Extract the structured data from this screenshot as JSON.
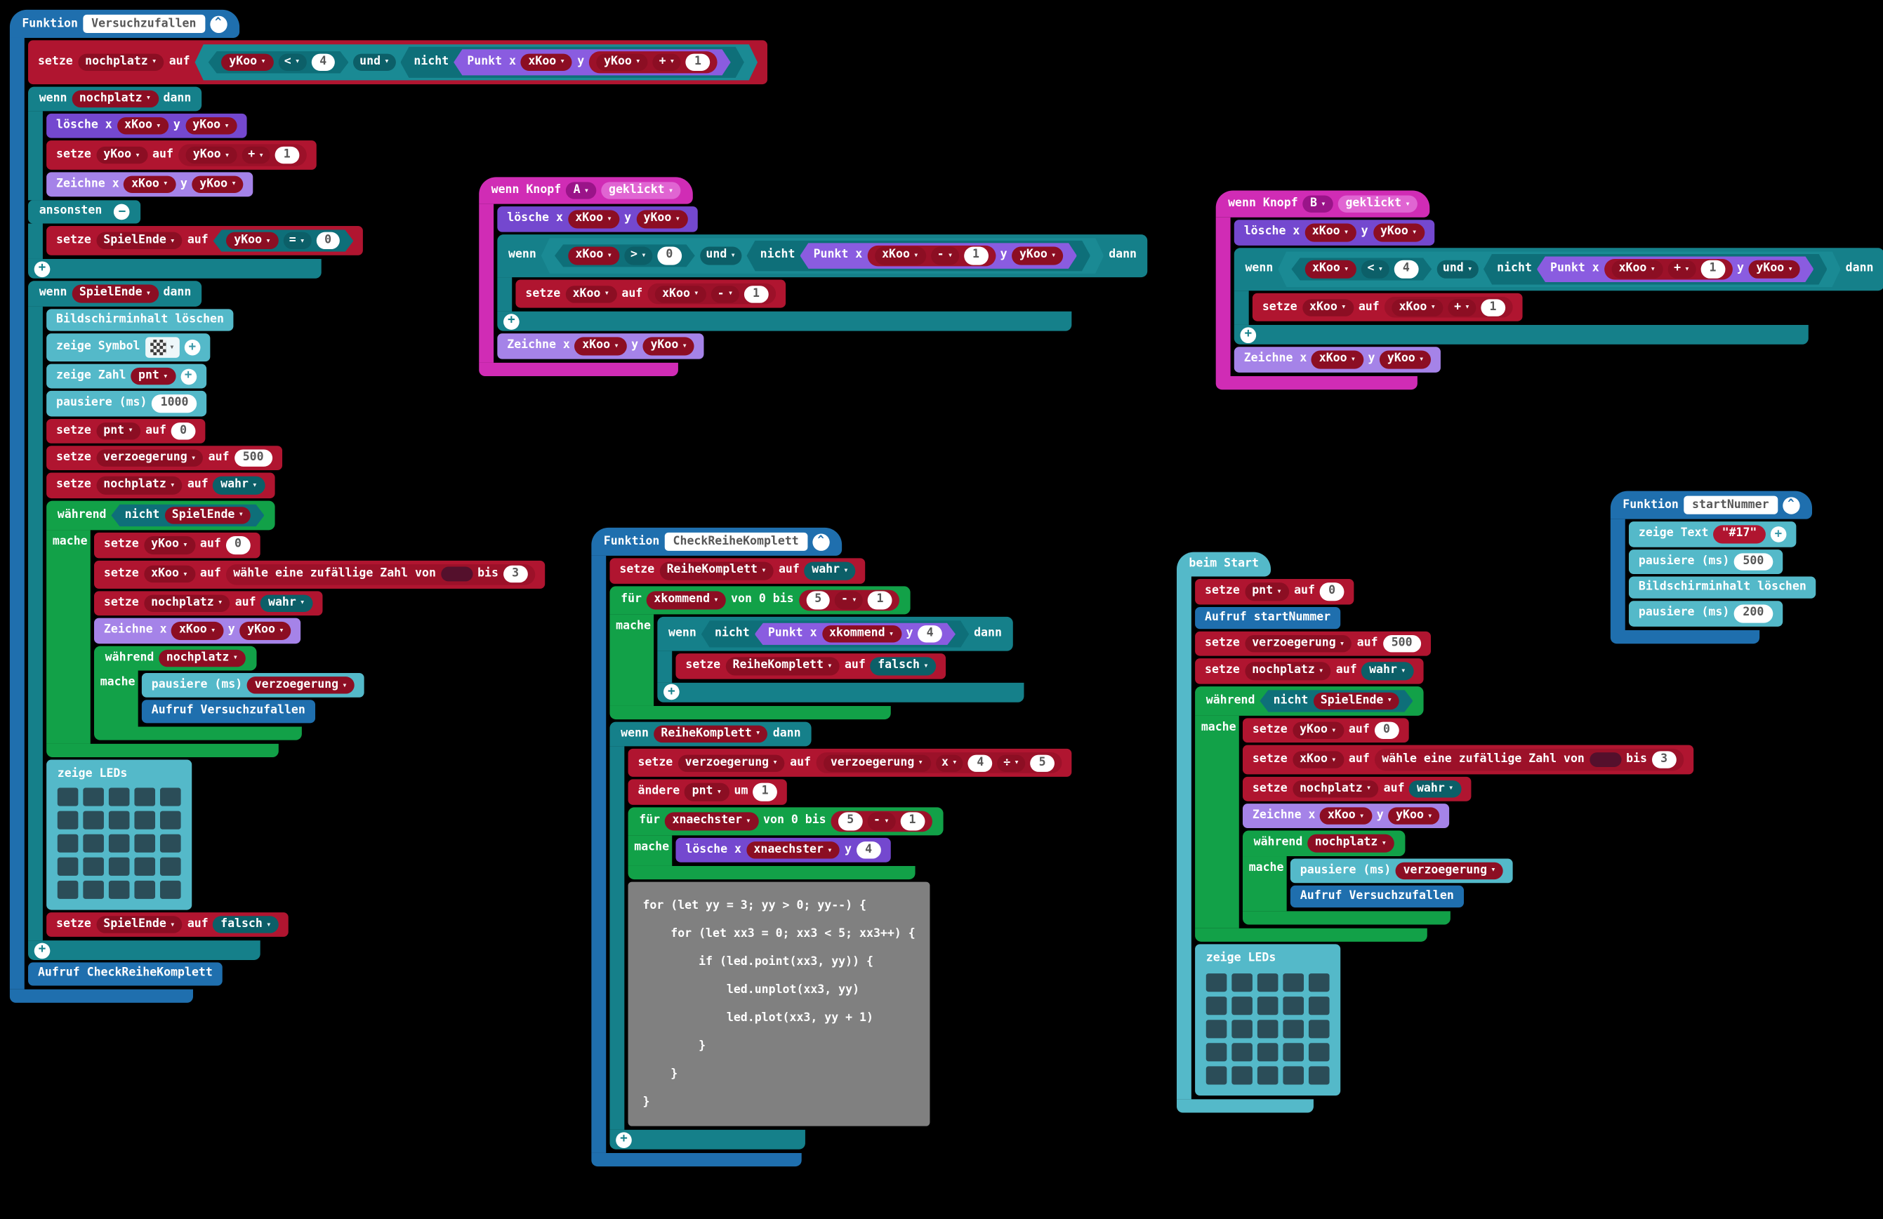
{
  "colors": {
    "workspace_bg": "#000000",
    "function_blue": "#1f6fae",
    "variables_red": "#b01530",
    "variables_red_dark": "#8c0e23",
    "logic_teal": "#15808a",
    "logic_teal_dark": "#0c5f68",
    "loops_green": "#12a148",
    "led_purple": "#7448cf",
    "led_purple_light": "#a583e8",
    "basic_cyan": "#54b9c9",
    "input_magenta": "#d02cb5",
    "js_gray": "#808080",
    "number_text": "#575757"
  },
  "icons": {
    "caret": "▾",
    "plus": "+",
    "minus": "−",
    "collapse": "^"
  },
  "tokens": {
    "funktion": "Funktion",
    "setze": "setze",
    "auf": "auf",
    "wenn": "wenn",
    "dann": "dann",
    "ansonsten": "ansonsten",
    "und": "und",
    "nicht": "nicht",
    "waehrend": "während",
    "mache": "mache",
    "fuer": "für",
    "von_0_bis": "von 0 bis",
    "bis": "bis",
    "aendere": "ändere",
    "um": "um",
    "loesche_x": "lösche x",
    "zeichne_x": "Zeichne x",
    "punkt_x": "Punkt x",
    "y": "y",
    "pausiere_ms": "pausiere (ms)",
    "zeige_symbol": "zeige Symbol",
    "zeige_zahl": "zeige Zahl",
    "zeige_leds": "zeige LEDs",
    "zeige_text": "zeige Text",
    "bildschirm_loeschen": "Bildschirminhalt löschen",
    "beim_start": "beim Start",
    "wenn_knopf": "wenn Knopf",
    "geklickt": "geklickt",
    "wahr": "wahr",
    "falsch": "falsch",
    "zufallszahl": "wähle eine zufällige Zahl von"
  },
  "ops": {
    "lt": "<",
    "gt": ">",
    "eq": "=",
    "plus": "+",
    "minus": "-",
    "mult": "x",
    "div": "÷"
  },
  "vars": {
    "xKoo": "xKoo",
    "yKoo": "yKoo",
    "nochplatz": "nochplatz",
    "SpielEnde": "SpielEnde",
    "pnt": "pnt",
    "verzoegerung": "verzoegerung",
    "ReiheKomplett": "ReiheKomplett",
    "xkommend": "xkommend",
    "xnaechster": "xnaechster",
    "buttonA": "A",
    "buttonB": "B"
  },
  "nums": {
    "n0": "0",
    "n1": "1",
    "n3": "3",
    "n4": "4",
    "n5": "5",
    "n200": "200",
    "n500": "500",
    "n1000": "1000"
  },
  "functions": {
    "versuch": "Versuchzufallen",
    "check": "CheckReiheKomplett",
    "start": "startNummer"
  },
  "calls": {
    "versuch": "Aufruf Versuchzufallen",
    "check": "Aufruf CheckReiheKomplett",
    "start": "Aufruf startNummer"
  },
  "strings": {
    "show_text": "\"#17\""
  },
  "led_grid": {
    "rows": 5,
    "cols": 5,
    "lit": 0
  },
  "js_block": {
    "lines": [
      "for (let yy = 3; yy > 0; yy--) {",
      "    for (let xx3 = 0; xx3 < 5; xx3++) {",
      "        if (led.point(xx3, yy)) {",
      "            led.unplot(xx3, yy)",
      "            led.plot(xx3, yy + 1)",
      "        }",
      "    }",
      "}"
    ]
  }
}
